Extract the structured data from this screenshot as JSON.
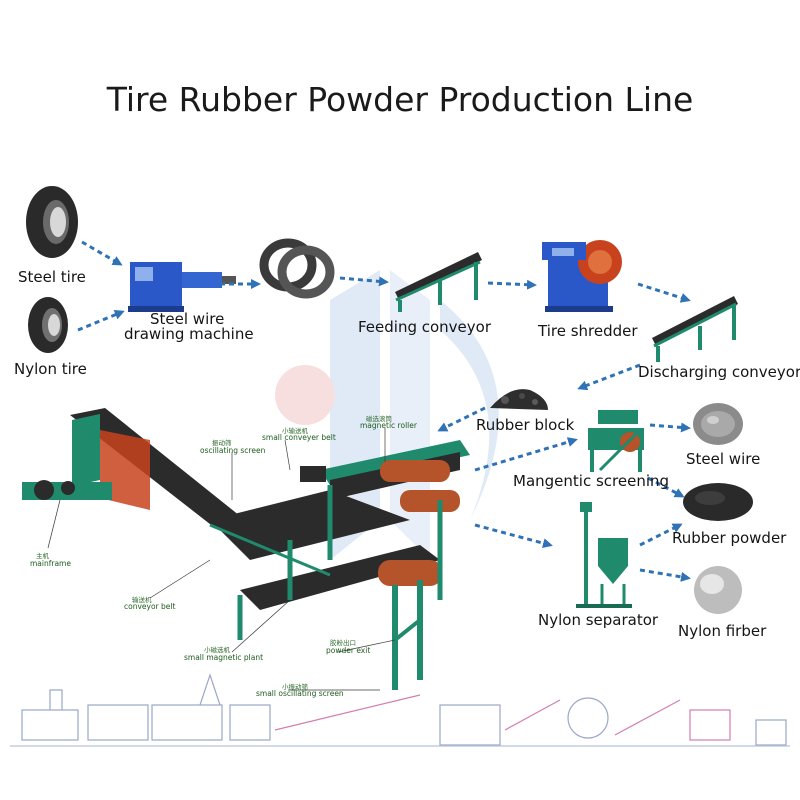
{
  "title": "Tire Rubber Powder Production Line",
  "colors": {
    "arrow": "#2f72b6",
    "machine_green": "#1f8a6c",
    "machine_blue": "#2a58c8",
    "belt_dark": "#2b2b2b",
    "annotation": "#1d5b1d",
    "watermark_blue": "#dde8f6",
    "watermark_red": "#f7dcdc"
  },
  "labels": {
    "steel_tire": "Steel tire",
    "nylon_tire": "Nylon tire",
    "steel_wire_machine_1": "Steel wire",
    "steel_wire_machine_2": "drawing machine",
    "feeding_conveyor": "Feeding conveyor",
    "tire_shredder": "Tire shredder",
    "discharging_conveyor": "Discharging conveyor",
    "rubber_block": "Rubber block",
    "steel_wire": "Steel wire",
    "magnetic_screening": "Mangentic screening",
    "rubber_powder": "Rubber powder",
    "nylon_separator": "Nylon separator",
    "nylon_fiber": "Nylon firber"
  },
  "annotations": {
    "small_conveyor_belt": "small conveyer belt",
    "magnetic_roller": "magnetic roller",
    "oscillating_screen": "oscillating screen",
    "mainframe": "mainframe",
    "conveyor_belt": "conveyor belt",
    "small_magnetic_plant": "small magnetic plant",
    "powder_exit": "powder exit",
    "small_oscillating_screen": "small oscillating screen"
  },
  "annotations_cn": {
    "small_conveyor_belt": "小输送机",
    "magnetic_roller": "磁选滚筒",
    "oscillating_screen": "振动筛",
    "mainframe": "主机",
    "conveyor_belt": "输送机",
    "small_magnetic_plant": "小磁选机",
    "powder_exit": "胶粉出口",
    "small_oscillating_screen": "小振动筛"
  }
}
